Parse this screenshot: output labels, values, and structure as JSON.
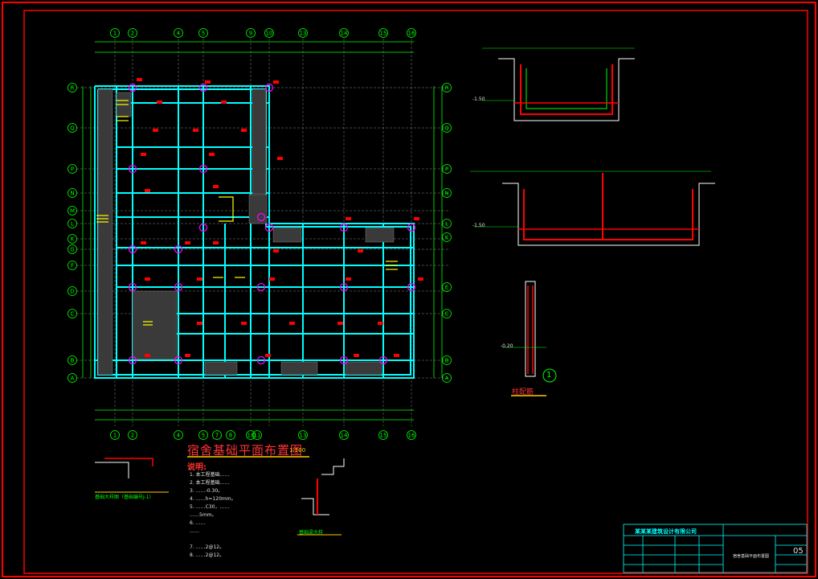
{
  "drawing": {
    "main_title": "宿舍基础平面布置图",
    "scale": "1:100",
    "notes_heading": "说明:",
    "notes": [
      "1. 本工程基础……",
      "2. 本工程基础……",
      "3. ……-0.30。",
      "4. ……h=120mm。",
      "5. ……C30，……",
      "   ……5mm。",
      "6. ……",
      "   ……",
      "7. ……2@12。",
      "8. ……2@12。"
    ],
    "column_section_title": "柱配筋",
    "detail_marker": "1",
    "small_detail_1": "基础大样图（基础编号J-1）",
    "small_detail_2": "基础梁大样",
    "level_marks": [
      "-1.50",
      "-1.50",
      "-0.20"
    ]
  },
  "axes": {
    "top": [
      "1",
      "2",
      "4",
      "5",
      "9",
      "10",
      "13",
      "14",
      "15",
      "16"
    ],
    "bottom": [
      "1",
      "2",
      "4",
      "5",
      "7",
      "8",
      "10",
      "11",
      "13",
      "14",
      "15",
      "16"
    ],
    "left": [
      "R",
      "Q",
      "P",
      "N",
      "M",
      "L",
      "K",
      "G",
      "F",
      "D",
      "C",
      "B",
      "A"
    ],
    "right": [
      "R",
      "Q",
      "P",
      "N",
      "L",
      "K",
      "E",
      "C",
      "B",
      "A"
    ]
  },
  "title_block": {
    "company": "某某某建筑设计有限公司",
    "drawing_name": "宿舍基础平面布置图",
    "page": "05"
  },
  "colors": {
    "background": "#000000",
    "frame": "#ff0000",
    "axis_line": "#00ff00",
    "beam": "#00ffff",
    "grid": "#ffffff",
    "rebar_tag": "#ff0000",
    "column_ring": "#ff00ff",
    "stair": "#ffff00"
  }
}
